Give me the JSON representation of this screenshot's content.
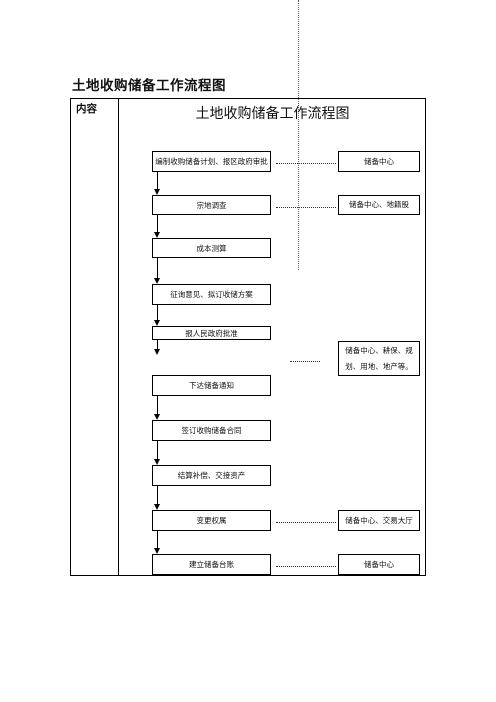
{
  "page_title": "土地收购储备工作流程图",
  "table": {
    "column_header": "内容",
    "flow_title": "土地收购储备工作流程图"
  },
  "steps": [
    "编制收购储备计划、报区政府审批",
    "宗地调查",
    "成本测算",
    "征询意见、拟订收储方案",
    "报人民政府批准",
    "下达储备通知",
    "签订收购储备合同",
    "结算补偿、交接资产",
    "变更权属",
    "建立储备台账"
  ],
  "departments": [
    "储备中心",
    "储备中心、地籍股",
    "储备中心、耕保、规划、用地、地产等。",
    "储备中心、交易大厅",
    "储备中心"
  ]
}
